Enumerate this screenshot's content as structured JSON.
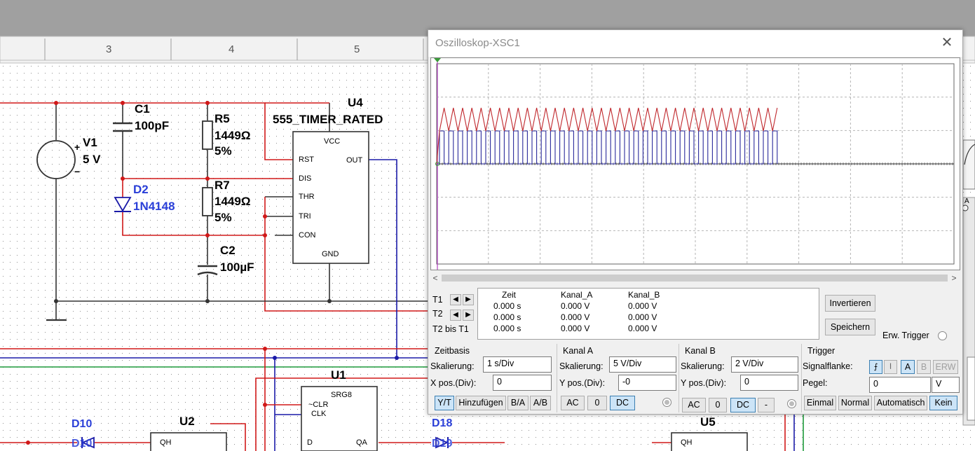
{
  "ruler": {
    "labels": [
      "3",
      "4",
      "5"
    ]
  },
  "schematic": {
    "v1": {
      "name": "V1",
      "value": "5 V",
      "plus": "+",
      "minus": "−"
    },
    "c1": {
      "name": "C1",
      "value": "100pF"
    },
    "r5": {
      "name": "R5",
      "value": "1449Ω",
      "tol": "5%"
    },
    "r7": {
      "name": "R7",
      "value": "1449Ω",
      "tol": "5%"
    },
    "d2": {
      "name": "D2",
      "part": "1N4148"
    },
    "c2": {
      "name": "C2",
      "value": "100µF"
    },
    "u4": {
      "name": "U4",
      "part": "555_TIMER_RATED",
      "pins": {
        "vcc": "VCC",
        "rst": "RST",
        "out": "OUT",
        "dis": "DIS",
        "thr": "THR",
        "tri": "TRI",
        "con": "CON",
        "gnd": "GND"
      }
    },
    "u1": {
      "name": "U1",
      "part": "SRG8",
      "clr": "~CLR",
      "clk": "CLK",
      "d": "D",
      "qa": "QA"
    },
    "u2": {
      "name": "U2",
      "qh": "QH"
    },
    "u5": {
      "name": "U5",
      "qh": "QH"
    },
    "d10": {
      "name": "D10",
      "label": "D10"
    },
    "d18": {
      "name": "D18",
      "label": "D19"
    },
    "right_edge": {
      "label": "A"
    }
  },
  "oscilloscope": {
    "title": "Oszilloskop-XSC1",
    "colors": {
      "channel_a": "#c0282d",
      "channel_b": "#2a2a9c",
      "grid": "#b5b5b5"
    },
    "readout": {
      "row_labels": [
        "T1",
        "T2",
        "T2 bis T1"
      ],
      "headers": [
        "Zeit",
        "Kanal_A",
        "Kanal_B"
      ],
      "rows": [
        [
          "0.000 s",
          "0.000 V",
          "0.000 V"
        ],
        [
          "0.000 s",
          "0.000 V",
          "0.000 V"
        ],
        [
          "0.000 s",
          "0.000 V",
          "0.000 V"
        ]
      ]
    },
    "buttons": {
      "invert": "Invertieren",
      "save": "Speichern",
      "ext_trigger": "Erw. Trigger"
    },
    "timebase": {
      "title": "Zeitbasis",
      "scale_label": "Skalierung:",
      "scale": "1  s/Div",
      "xpos_label": "X pos.(Div):",
      "xpos": "0",
      "modes": [
        "Y/T",
        "Hinzufügen",
        "B/A",
        "A/B"
      ],
      "active_mode": "Y/T"
    },
    "channel_a": {
      "title": "Kanal A",
      "scale_label": "Skalierung:",
      "scale": "5  V/Div",
      "ypos_label": "Y pos.(Div):",
      "ypos": "-0",
      "coupling": [
        "AC",
        "0",
        "DC"
      ],
      "active": "DC"
    },
    "channel_b": {
      "title": "Kanal B",
      "scale_label": "Skalierung:",
      "scale": "2  V/Div",
      "ypos_label": "Y pos.(Div):",
      "ypos": "0",
      "coupling": [
        "AC",
        "0",
        "DC",
        "-"
      ],
      "active": "DC"
    },
    "trigger": {
      "title": "Trigger",
      "edge_label": "Signalflanke:",
      "sources": [
        "A",
        "B",
        "ERW"
      ],
      "active_source": "A",
      "level_label": "Pegel:",
      "level": "0",
      "level_unit": "V",
      "modes": [
        "Einmal",
        "Normal",
        "Automatisch",
        "Kein"
      ],
      "active_mode": "Kein"
    }
  }
}
